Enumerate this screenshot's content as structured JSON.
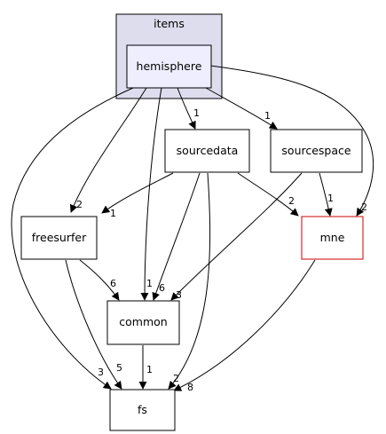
{
  "cluster": {
    "label": "items"
  },
  "nodes": {
    "hemisphere": "hemisphere",
    "sourcedata": "sourcedata",
    "sourcespace": "sourcespace",
    "freesurfer": "freesurfer",
    "mne": "mne",
    "common": "common",
    "fs": "fs"
  },
  "edge_labels": {
    "hemisphere_sourcedata": "1",
    "hemisphere_sourcespace": "1",
    "hemisphere_freesurfer": "2",
    "hemisphere_common": "1",
    "hemisphere_mne": "2",
    "hemisphere_fs": "3",
    "sourcedata_freesurfer": "1",
    "sourcedata_common": "6",
    "sourcedata_mne": "2",
    "sourcedata_fs": "2",
    "sourcespace_common": "3",
    "sourcespace_mne": "1",
    "freesurfer_common": "6",
    "freesurfer_fs": "5",
    "common_fs": "1",
    "mne_fs": "8"
  },
  "colors": {
    "cluster_fill": "#ddddee",
    "cluster_stroke": "#000000",
    "hemisphere_fill": "#eeeeff",
    "mne_stroke": "#cc0000",
    "edge": "#000000"
  }
}
